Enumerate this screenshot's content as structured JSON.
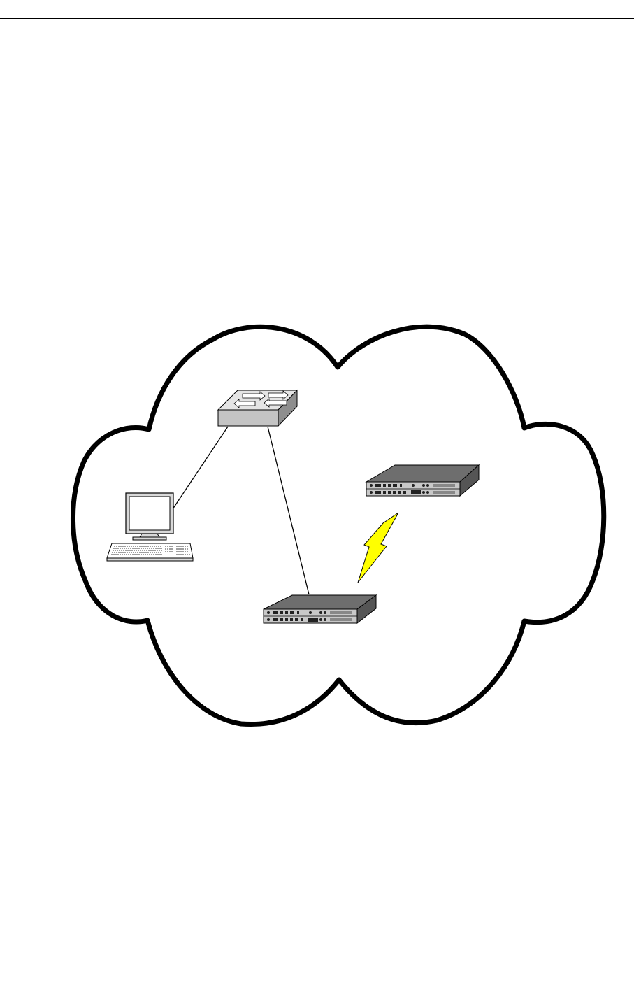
{
  "diagram": {
    "nodes": [
      {
        "id": "switch",
        "icon": "network-switch-icon",
        "label": ""
      },
      {
        "id": "workstation",
        "icon": "desktop-computer-icon",
        "label": ""
      },
      {
        "id": "server-top",
        "icon": "rack-server-icon",
        "label": ""
      },
      {
        "id": "server-bottom",
        "icon": "rack-server-icon",
        "label": ""
      }
    ],
    "links": [
      {
        "from": "switch",
        "to": "workstation",
        "kind": "wired"
      },
      {
        "from": "switch",
        "to": "server-bottom",
        "kind": "wired"
      },
      {
        "from": "server-top",
        "to": "server-bottom",
        "kind": "wireless",
        "icon": "lightning-bolt-icon"
      }
    ],
    "container": {
      "icon": "cloud-icon"
    }
  },
  "colors": {
    "outline": "#000000",
    "switch_top": "#e4e4e4",
    "switch_front": "#c4c4c4",
    "switch_side": "#8e8e8e",
    "server_top": "#6e6e6e",
    "server_front": "#c8c8c8",
    "server_side": "#555555",
    "lightning": "#ffff00",
    "monitor": "#d9d9d9",
    "screen": "#ffffff"
  }
}
